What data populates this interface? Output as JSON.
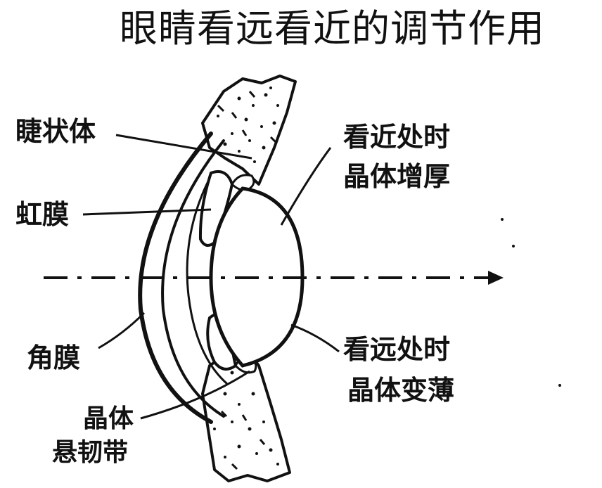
{
  "title": "眼睛看远看近的调节作用",
  "labels": {
    "ciliary_body": "睫状体",
    "iris": "虹膜",
    "cornea": "角膜",
    "zonule_line1": "晶体",
    "zonule_line2": "悬韧带",
    "near_line1": "看近处时",
    "near_line2": "晶体增厚",
    "far_line1": "看远处时",
    "far_line2": "晶体变薄"
  },
  "colors": {
    "ink": "#111111",
    "paper": "#ffffff"
  }
}
